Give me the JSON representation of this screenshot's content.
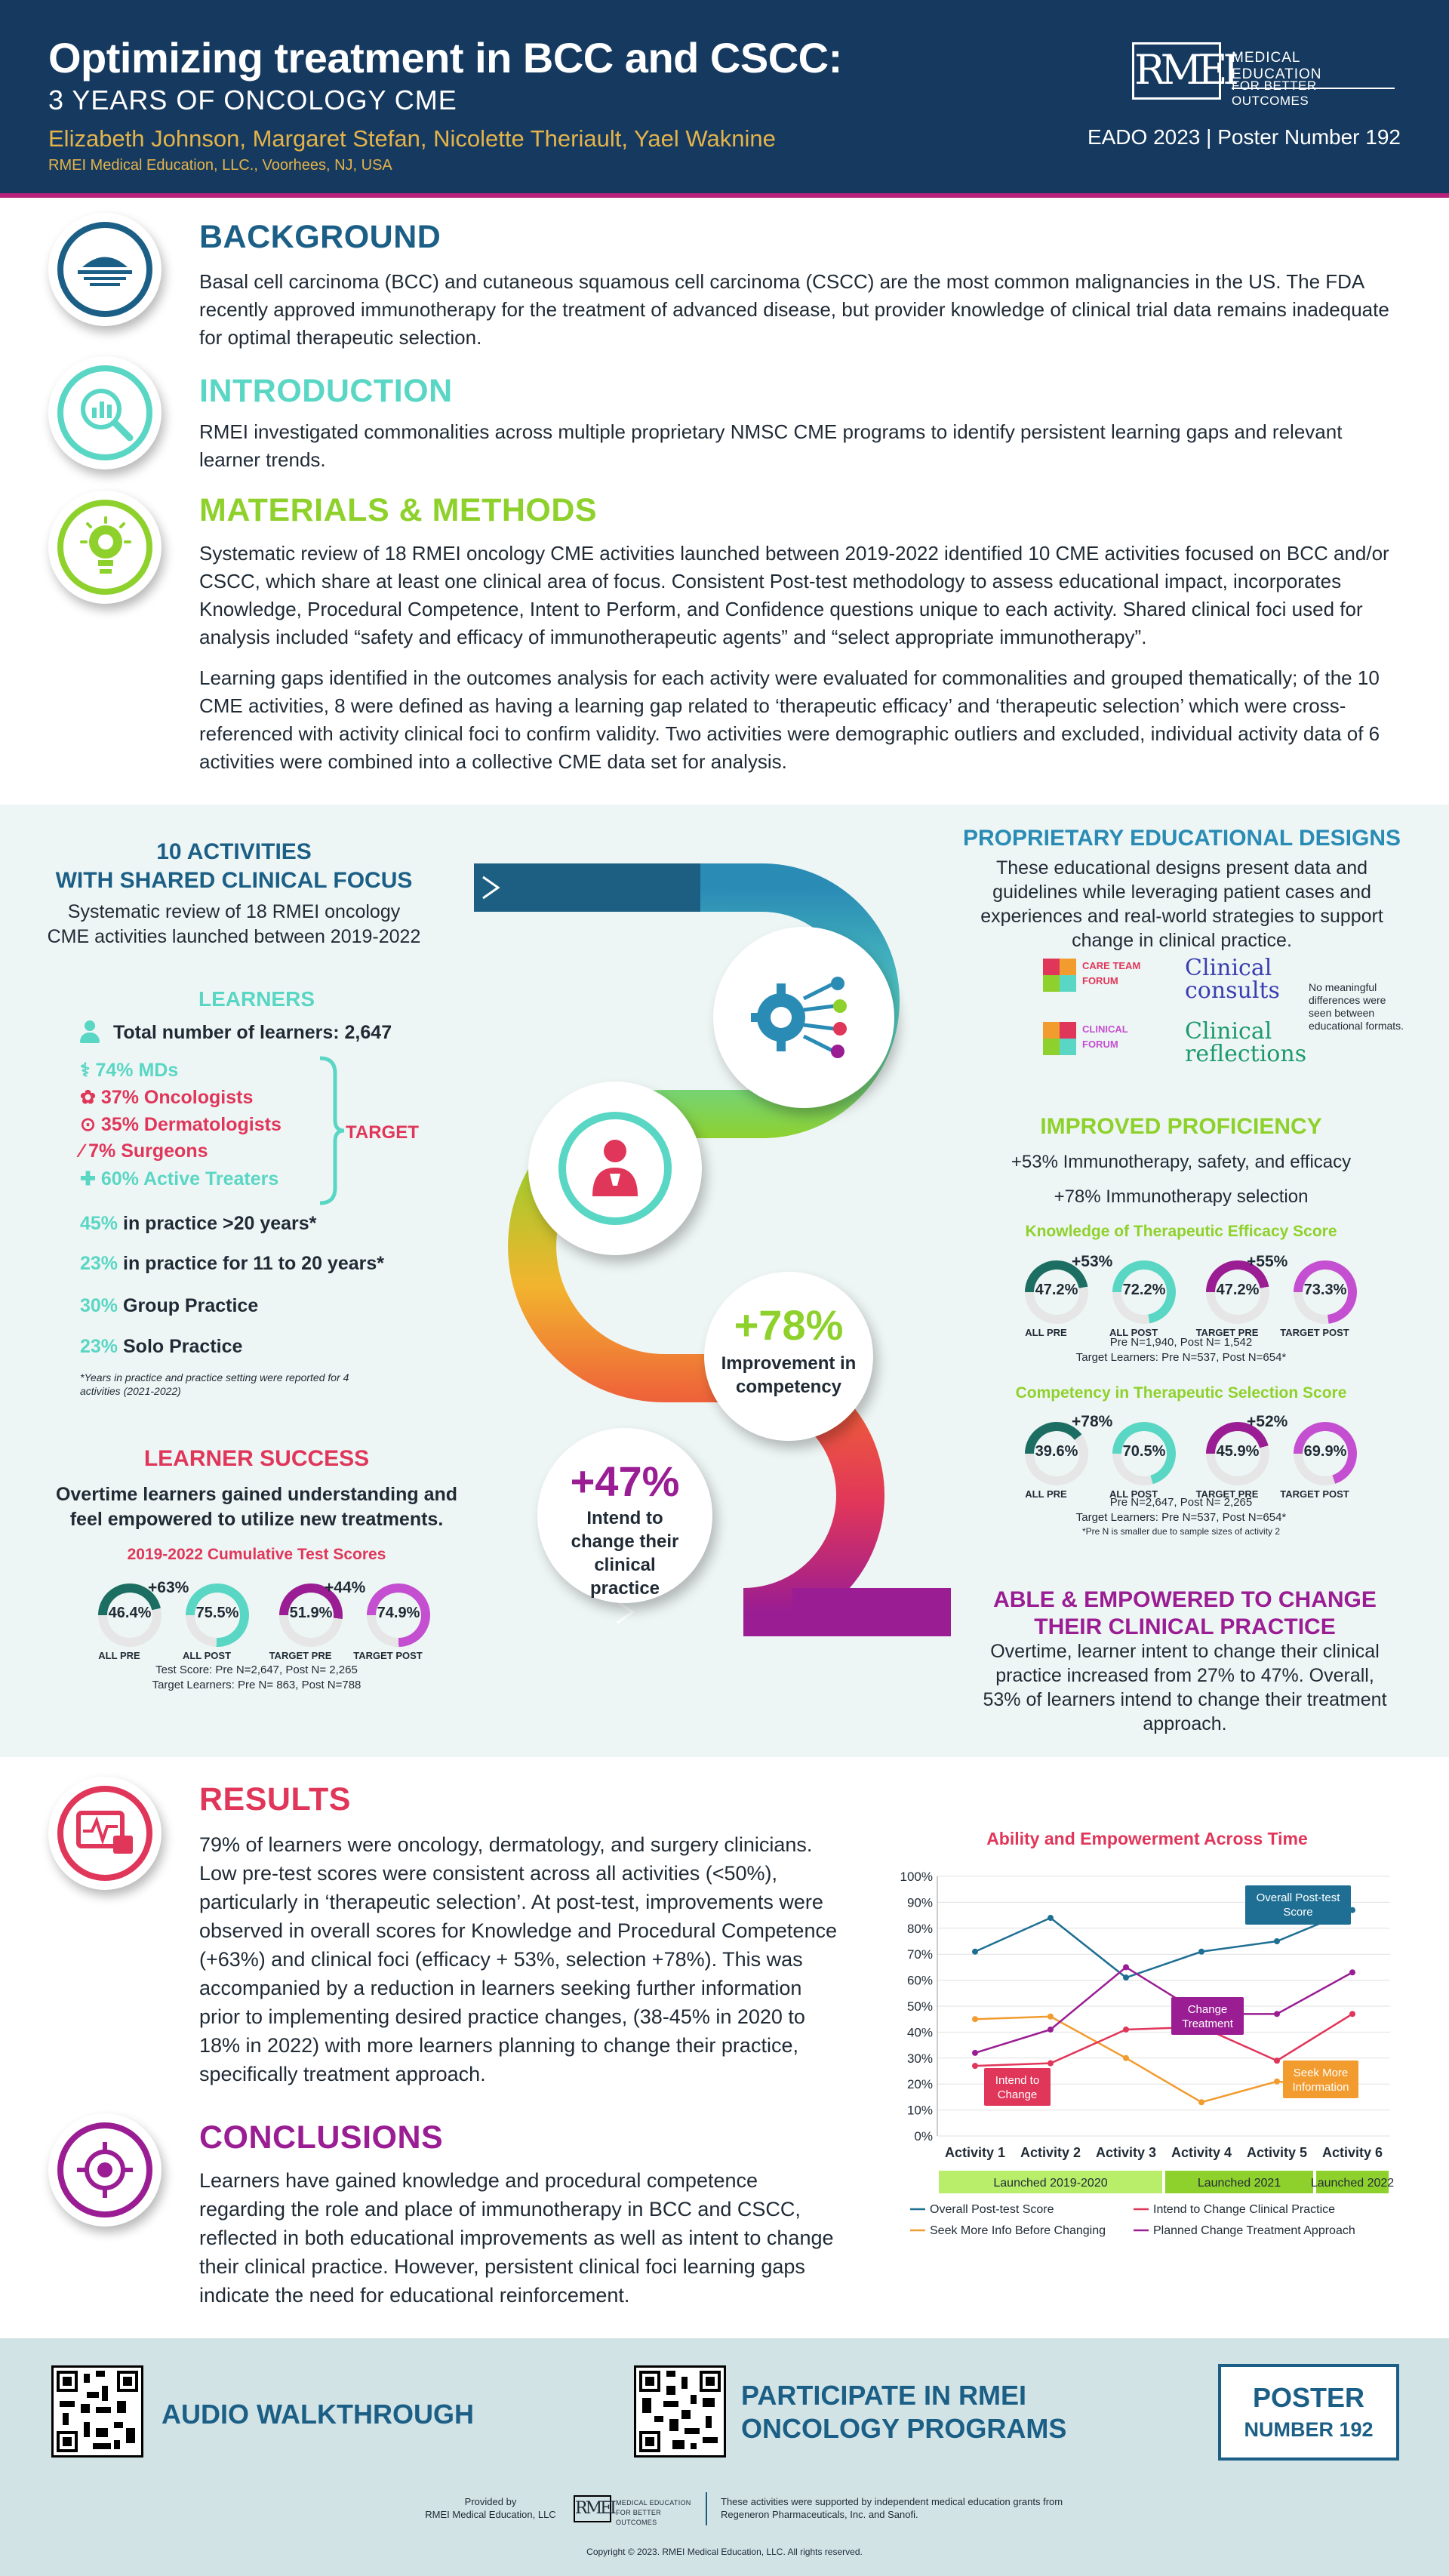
{
  "header": {
    "title": "Optimizing treatment in BCC and CSCC:",
    "subtitle": "3 YEARS OF ONCOLOGY CME",
    "authors": "Elizabeth Johnson, Margaret Stefan, Nicolette Theriault, Yael Waknine",
    "affiliation": "RMEI Medical Education, LLC., Voorhees, NJ, USA",
    "logo_mark": "RMEI",
    "logo_line1": "MEDICAL EDUCATION",
    "logo_line2": "FOR BETTER OUTCOMES",
    "poster_info": "EADO 2023 | Poster Number 192"
  },
  "background": {
    "title": "BACKGROUND",
    "text": "Basal cell carcinoma (BCC) and cutaneous squamous cell carcinoma (CSCC) are the most common malignancies in the US. The FDA recently approved immunotherapy for the treatment of advanced disease, but provider knowledge of clinical trial data remains inadequate for optimal therapeutic selection."
  },
  "introduction": {
    "title": "INTRODUCTION",
    "text": "RMEI investigated commonalities across multiple proprietary NMSC CME programs to identify persistent learning gaps and relevant learner trends."
  },
  "methods": {
    "title": "MATERIALS & METHODS",
    "text1": "Systematic review of 18 RMEI oncology CME activities launched between 2019-2022 identified 10 CME activities focused on BCC and/or CSCC, which share at least one clinical area of focus. Consistent Post-test methodology to assess educational impact, incorporates Knowledge, Procedural Competence, Intent to Perform, and Confidence questions unique to each activity. Shared clinical foci used for analysis included “safety and efficacy of immunotherapeutic agents” and “select appropriate immunotherapy”.",
    "text2": "Learning gaps identified in the outcomes analysis for each activity were evaluated for commonalities and grouped thematically; of the 10 CME activities, 8 were defined as having a learning gap related to ‘therapeutic efficacy’ and ‘therapeutic selection’ which were cross-referenced with activity clinical foci to confirm validity. Two activities were demographic outliers and excluded, individual activity data of 6 activities were combined into a collective CME data set for analysis."
  },
  "activities": {
    "title1": "10 ACTIVITIES",
    "title2": "WITH SHARED CLINICAL FOCUS",
    "text": "Systematic review of 18 RMEI oncology CME activities launched between 2019-2022"
  },
  "learners": {
    "title": "LEARNERS",
    "total": "Total number of learners: 2,647",
    "targets": [
      {
        "label": "74% MDs",
        "color": "#5ad6c4"
      },
      {
        "label": "37% Oncologists",
        "color": "#e0365a"
      },
      {
        "label": "35% Dermatologists",
        "color": "#e0365a"
      },
      {
        "label": "7% Surgeons",
        "color": "#e0365a"
      },
      {
        "label": "60% Active Treaters",
        "color": "#5ad6c4"
      }
    ],
    "target_label": "TARGET",
    "stats": [
      {
        "pct": "45%",
        "text": " in practice >20 years*"
      },
      {
        "pct": "23%",
        "text": " in practice for 11 to 20 years*"
      },
      {
        "pct": "30%",
        "text": " Group Practice"
      },
      {
        "pct": "23%",
        "text": " Solo Practice"
      }
    ],
    "footnote": "*Years in practice and practice setting were reported for 4 activities (2021-2022)"
  },
  "learner_success": {
    "title": "LEARNER SUCCESS",
    "text": "Overtime learners gained understanding and feel empowered to utilize new treatments.",
    "chart_title": "2019-2022 Cumulative Test Scores",
    "gauges": [
      {
        "value": "46.4%",
        "label": "ALL PRE",
        "pct": 46.4,
        "color": "#1d6e62"
      },
      {
        "value": "75.5%",
        "label": "ALL POST",
        "pct": 75.5,
        "color": "#5ad6c4"
      },
      {
        "value": "51.9%",
        "label": "TARGET PRE",
        "pct": 51.9,
        "color": "#9a1d93"
      },
      {
        "value": "74.9%",
        "label": "TARGET POST",
        "pct": 74.9,
        "color": "#c44fd0"
      }
    ],
    "delta1": "+63%",
    "delta2": "+44%",
    "note1": "Test Score: Pre N=2,647, Post N= 2,265",
    "note2": "Target Learners: Pre N= 863, Post N=788"
  },
  "center": {
    "big1": "+78%",
    "big1_text": "Improvement in competency",
    "big2": "+47%",
    "big2_text": "Intend to change their clinical practice"
  },
  "designs": {
    "title": "PROPRIETARY EDUCATIONAL DESIGNS",
    "text": "These educational designs present data and guidelines while leveraging patient cases and experiences and real-world strategies to support change in clinical practice.",
    "logos": [
      "CARE TEAM FORUM",
      "Clinical consults",
      "CLINICAL FORUM",
      "Clinical reflections"
    ],
    "note": "No meaningful differences were seen between educational formats."
  },
  "proficiency": {
    "title": "IMPROVED PROFICIENCY",
    "line1": "+53% Immunotherapy, safety, and efficacy",
    "line2": "+78% Immunotherapy selection",
    "efficacy_title": "Knowledge of Therapeutic Efficacy Score",
    "efficacy": [
      {
        "value": "47.2%",
        "label": "ALL PRE",
        "pct": 47.2,
        "color": "#1d6e62"
      },
      {
        "value": "72.2%",
        "label": "ALL POST",
        "pct": 72.2,
        "color": "#5ad6c4"
      },
      {
        "value": "47.2%",
        "label": "TARGET PRE",
        "pct": 47.2,
        "color": "#9a1d93"
      },
      {
        "value": "73.3%",
        "label": "TARGET POST",
        "pct": 73.3,
        "color": "#c44fd0"
      }
    ],
    "eff_delta1": "+53%",
    "eff_delta2": "+55%",
    "eff_note1": "Pre N=1,940, Post N= 1,542",
    "eff_note2": "Target Learners: Pre N=537, Post N=654*",
    "selection_title": "Competency in Therapeutic Selection Score",
    "selection": [
      {
        "value": "39.6%",
        "label": "ALL PRE",
        "pct": 39.6,
        "color": "#1d6e62"
      },
      {
        "value": "70.5%",
        "label": "ALL POST",
        "pct": 70.5,
        "color": "#5ad6c4"
      },
      {
        "value": "45.9%",
        "label": "TARGET PRE",
        "pct": 45.9,
        "color": "#9a1d93"
      },
      {
        "value": "69.9%",
        "label": "TARGET POST",
        "pct": 69.9,
        "color": "#c44fd0"
      }
    ],
    "sel_delta1": "+78%",
    "sel_delta2": "+52%",
    "sel_note1": "Pre N=2,647, Post N= 2,265",
    "sel_note2": "Target Learners: Pre N=537, Post N=654*",
    "sel_note3": "*Pre N is smaller due to sample sizes of activity 2"
  },
  "empowered": {
    "title1": "ABLE & EMPOWERED TO CHANGE",
    "title2": "THEIR CLINICAL PRACTICE",
    "text": "Overtime, learner intent to change their clinical practice increased from 27% to 47%. Overall, 53% of learners intend to change their treatment approach."
  },
  "results": {
    "title": "RESULTS",
    "text": "79% of learners were oncology, dermatology, and surgery clinicians. Low pre-test scores were consistent across all activities (<50%), particularly in ‘therapeutic selection’.  At post-test, improvements were observed in overall scores for Knowledge and Procedural Competence (+63%) and clinical foci (efficacy + 53%, selection +78%).  This was accompanied by a reduction in learners seeking further information prior to implementing desired practice changes, (38-45% in 2020 to 18% in 2022) with more learners planning to change their practice, specifically treatment approach."
  },
  "conclusions": {
    "title": "CONCLUSIONS",
    "text": "Learners have gained knowledge and procedural competence regarding the role and place of immunotherapy in BCC and CSCC, reflected in both educational improvements as well as intent to change their clinical practice. However, persistent clinical foci learning gaps indicate the need for educational reinforcement."
  },
  "chart_data": {
    "type": "line",
    "title": "Ability and Empowerment Across Time",
    "categories": [
      "Activity 1",
      "Activity 2",
      "Activity 3",
      "Activity 4",
      "Activity 5",
      "Activity 6"
    ],
    "ylim": [
      0,
      100
    ],
    "yticks": [
      "0%",
      "10%",
      "20%",
      "30%",
      "40%",
      "50%",
      "60%",
      "70%",
      "80%",
      "90%",
      "100%"
    ],
    "grid": true,
    "series": [
      {
        "name": "Overall Post-test Score",
        "color": "#1f6f94",
        "values": [
          71,
          84,
          61,
          71,
          75,
          87
        ]
      },
      {
        "name": "Seek More Info Before Changing",
        "color": "#f29b2e",
        "values": [
          45,
          46,
          30,
          13,
          21,
          18
        ]
      },
      {
        "name": "Intend to Change Clinical Practice",
        "color": "#e0365a",
        "values": [
          27,
          28,
          41,
          42,
          29,
          47
        ]
      },
      {
        "name": "Planned Change Treatment Approach",
        "color": "#9a1d93",
        "values": [
          32,
          41,
          65,
          47,
          47,
          63
        ]
      }
    ],
    "callouts": [
      {
        "text": "Overall Post-test Score",
        "color": "#1f6f94"
      },
      {
        "text": "Change Treatment",
        "color": "#9a1d93"
      },
      {
        "text": "Seek More Information",
        "color": "#f29b2e"
      },
      {
        "text": "Intend to Change",
        "color": "#e0365a"
      }
    ],
    "periods": [
      "Launched 2019-2020",
      "Launched 2021",
      "Launched 2022"
    ]
  },
  "footer": {
    "audio": "AUDIO WALKTHROUGH",
    "participate1": "PARTICIPATE IN RMEI",
    "participate2": "ONCOLOGY PROGRAMS",
    "poster1": "POSTER",
    "poster2": "NUMBER 192",
    "provided1": "Provided by",
    "provided2": "RMEI Medical Education, LLC",
    "support": "These activities were supported by independent medical education grants from Regeneron Pharmaceuticals, Inc. and Sanofi.",
    "copyright": "Copyright © 2023. RMEI Medical Education, LLC. All rights reserved."
  },
  "colors": {
    "navy": "#163a5f",
    "blue": "#1b5f86",
    "teal": "#5ad6c4",
    "green": "#8fd12c",
    "pink": "#e0365a",
    "purple": "#9a1d93",
    "orange": "#f29b2e"
  }
}
